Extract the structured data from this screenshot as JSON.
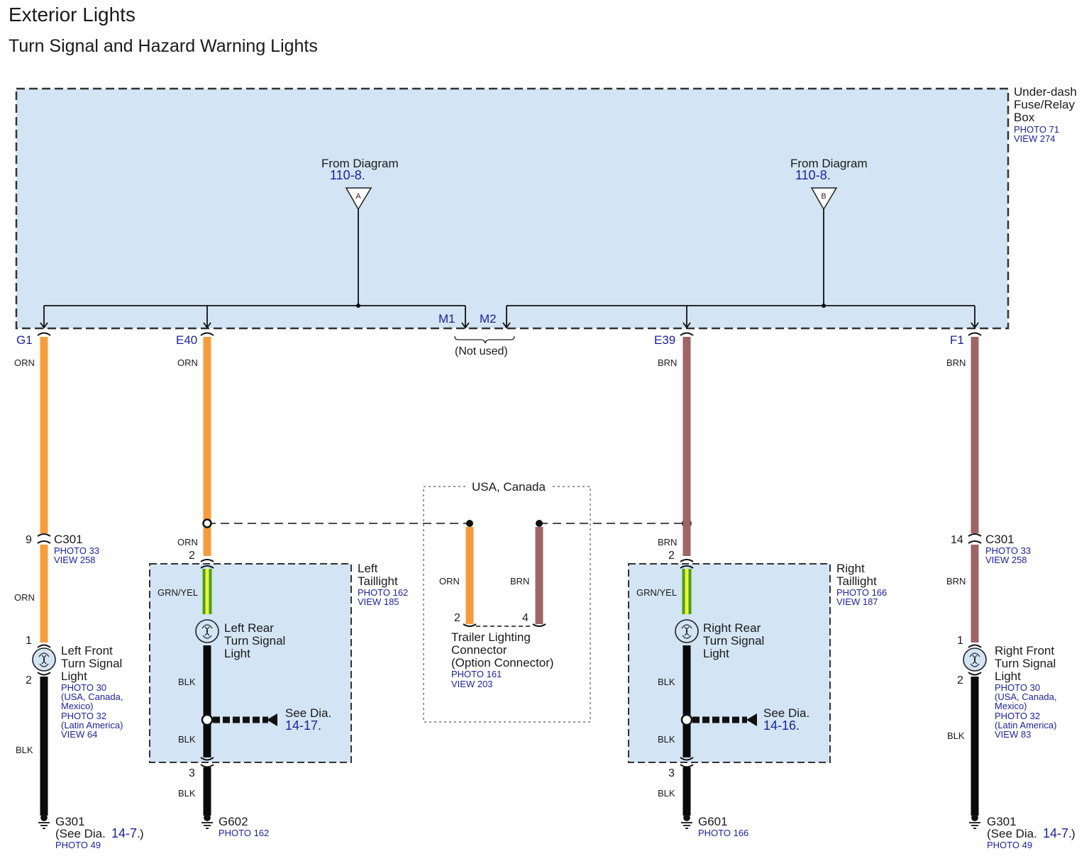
{
  "header": {
    "title": "Exterior Lights",
    "subtitle": "Turn Signal and Hazard Warning Lights"
  },
  "fuse_box": {
    "name_lines": [
      "Under-dash",
      "Fuse/Relay",
      "Box"
    ],
    "photo": "PHOTO 71",
    "view": "VIEW 274",
    "from_left": {
      "label": "From Diagram",
      "ref": "110-8.",
      "marker": "A"
    },
    "from_right": {
      "label": "From Diagram",
      "ref": "110-8.",
      "marker": "B"
    },
    "terminals": [
      "G1",
      "E40",
      "M1",
      "M2",
      "E39",
      "F1"
    ],
    "not_used": "(Not used)"
  },
  "wire_colors": {
    "orn": "ORN",
    "brn": "BRN",
    "blk": "BLK",
    "grnyel": "GRN/YEL"
  },
  "colors": {
    "orange": "#f79c3b",
    "brown": "#9e6564",
    "black": "#0a0a0a",
    "green": "#4c9e18",
    "yellow": "#f2f23a",
    "box_fill": "#d3e4f4",
    "link_blue": "#1b1fa0"
  },
  "connector_left": {
    "name": "C301",
    "pin": "9",
    "photo": "PHOTO 33",
    "view": "VIEW 258"
  },
  "connector_right": {
    "name": "C301",
    "pin": "14",
    "photo": "PHOTO 33",
    "view": "VIEW 258"
  },
  "left_front": {
    "name_lines": [
      "Left Front",
      "Turn Signal",
      "Light"
    ],
    "pin_top": "1",
    "pin_bottom": "2",
    "refs": [
      "PHOTO 30",
      "(USA, Canada,",
      "Mexico)",
      "PHOTO 32",
      "(Latin America)",
      "VIEW 64"
    ]
  },
  "right_front": {
    "name_lines": [
      "Right Front",
      "Turn Signal",
      "Light"
    ],
    "pin_top": "1",
    "pin_bottom": "2",
    "refs": [
      "PHOTO 30",
      "(USA, Canada,",
      "Mexico)",
      "PHOTO 32",
      "(Latin America)",
      "VIEW 83"
    ]
  },
  "left_taillight": {
    "name_lines": [
      "Left",
      "Taillight"
    ],
    "photo": "PHOTO 162",
    "view": "VIEW 185",
    "pin_in": "2",
    "pin_out": "3",
    "bulb_lines": [
      "Left Rear",
      "Turn Signal",
      "Light"
    ],
    "see_label": "See Dia.",
    "see_ref": "14-17."
  },
  "right_taillight": {
    "name_lines": [
      "Right",
      "Taillight"
    ],
    "photo": "PHOTO 166",
    "view": "VIEW 187",
    "pin_in": "2",
    "pin_out": "3",
    "bulb_lines": [
      "Right Rear",
      "Turn Signal",
      "Light"
    ],
    "see_label": "See Dia.",
    "see_ref": "14-16."
  },
  "trailer": {
    "region": "USA, Canada",
    "pin_left": "2",
    "pin_right": "4",
    "name_lines": [
      "Trailer Lighting",
      "Connector",
      "(Option Connector)"
    ],
    "photo": "PHOTO 161",
    "view": "VIEW 203"
  },
  "grounds": {
    "g301_left": {
      "name": "G301",
      "see_prefix": "(See Dia.",
      "see_ref": "14-7.",
      "see_suffix": ")",
      "photo": "PHOTO 49"
    },
    "g602": {
      "name": "G602",
      "photo": "PHOTO 162"
    },
    "g601": {
      "name": "G601",
      "photo": "PHOTO 166"
    },
    "g301_right": {
      "name": "G301",
      "see_prefix": "(See Dia.",
      "see_ref": "14-7.",
      "see_suffix": ")",
      "photo": "PHOTO 49"
    }
  }
}
